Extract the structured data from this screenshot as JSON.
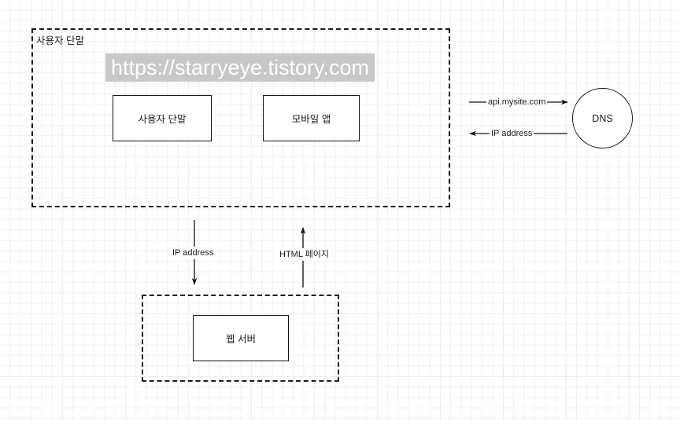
{
  "diagram": {
    "title_watermark": "https://starryeye.tistory.com",
    "zones": {
      "client": {
        "label": "사용자 단말"
      },
      "server": {
        "label": ""
      }
    },
    "nodes": {
      "user_terminal": "사용자 단말",
      "mobile_app": "모바일 앱",
      "web_server": "웹 서버",
      "dns": "DNS"
    },
    "edges": {
      "query_to_dns": "api.mysite.com",
      "dns_response": "IP address",
      "ip_to_server": "IP address",
      "html_from_server": "HTML 페이지"
    },
    "colors": {
      "stroke": "#111111",
      "text": "#1a1a1a",
      "watermark_bg": "#c8c8c8",
      "watermark_text": "#ffffff",
      "grid_minor": "#f0f0f0",
      "grid_major": "#e2e2e2",
      "canvas_bg": "#ffffff"
    }
  }
}
